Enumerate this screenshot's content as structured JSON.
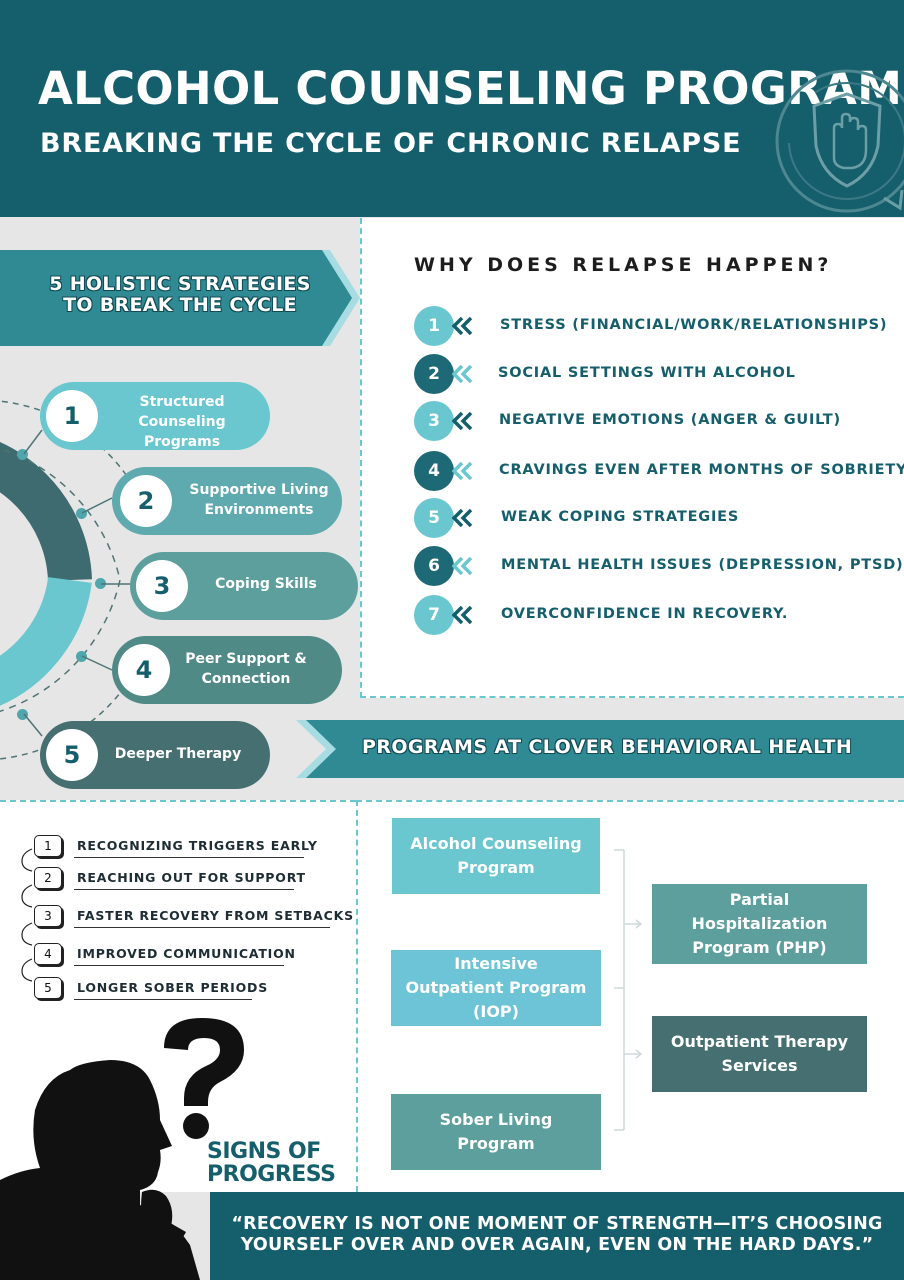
{
  "header": {
    "title": "ALCOHOL COUNSELING PROGRAM",
    "subtitle": "BREAKING THE CYCLE OF CHRONIC RELAPSE"
  },
  "strategies": {
    "banner_line1": "5 HOLISTIC STRATEGIES",
    "banner_line2": "TO BREAK THE CYCLE",
    "items": [
      {
        "num": "1",
        "line1": "Structured",
        "line2": "Counseling Programs"
      },
      {
        "num": "2",
        "line1": "Supportive Living",
        "line2": "Environments"
      },
      {
        "num": "3",
        "line1": "Coping Skills",
        "line2": ""
      },
      {
        "num": "4",
        "line1": "Peer Support &",
        "line2": "Connection"
      },
      {
        "num": "5",
        "line1": "Deeper Therapy",
        "line2": ""
      }
    ]
  },
  "relapse": {
    "title": "WHY DOES RELAPSE HAPPEN?",
    "items": [
      {
        "num": "1",
        "text": "STRESS (FINANCIAL/WORK/RELATIONSHIPS)"
      },
      {
        "num": "2",
        "text": "SOCIAL SETTINGS WITH ALCOHOL"
      },
      {
        "num": "3",
        "text": "NEGATIVE EMOTIONS (ANGER & GUILT)"
      },
      {
        "num": "4",
        "text": "CRAVINGS EVEN AFTER MONTHS OF SOBRIETY"
      },
      {
        "num": "5",
        "text": "WEAK COPING STRATEGIES"
      },
      {
        "num": "6",
        "text": "MENTAL HEALTH ISSUES (DEPRESSION, PTSD)"
      },
      {
        "num": "7",
        "text": "OVERCONFIDENCE IN RECOVERY."
      }
    ]
  },
  "programs": {
    "banner": "PROGRAMS AT CLOVER BEHAVIORAL HEALTH",
    "items": [
      {
        "line1": "Alcohol Counseling",
        "line2": "Program",
        "line3": ""
      },
      {
        "line1": "Intensive",
        "line2": "Outpatient Program",
        "line3": "(IOP)"
      },
      {
        "line1": "Sober Living",
        "line2": "Program",
        "line3": ""
      },
      {
        "line1": "Partial",
        "line2": "Hospitalization",
        "line3": "Program (PHP)"
      },
      {
        "line1": "Outpatient Therapy",
        "line2": "Services",
        "line3": ""
      }
    ]
  },
  "signs": {
    "title_line1": "SIGNS OF",
    "title_line2": "PROGRESS",
    "items": [
      {
        "num": "1",
        "text": "RECOGNIZING TRIGGERS EARLY"
      },
      {
        "num": "2",
        "text": "REACHING OUT FOR SUPPORT"
      },
      {
        "num": "3",
        "text": "FASTER RECOVERY FROM SETBACKS"
      },
      {
        "num": "4",
        "text": "IMPROVED COMMUNICATION"
      },
      {
        "num": "5",
        "text": "LONGER SOBER PERIODS"
      }
    ]
  },
  "quote": {
    "line1": "“RECOVERY IS NOT ONE MOMENT OF STRENGTH—IT’S CHOOSING",
    "line2": "YOURSELF OVER AND OVER AGAIN, EVEN ON THE HARD DAYS.”"
  },
  "colors": {
    "dark_teal": "#155e6b",
    "light_teal": "#6ac7cf",
    "mid_teal": "#4fa6ad",
    "slate_teal": "#456f70"
  },
  "icons": [
    "hand-shield-icon",
    "question-mark-icon",
    "thinking-person-silhouette",
    "double-chevron-left-icon"
  ]
}
